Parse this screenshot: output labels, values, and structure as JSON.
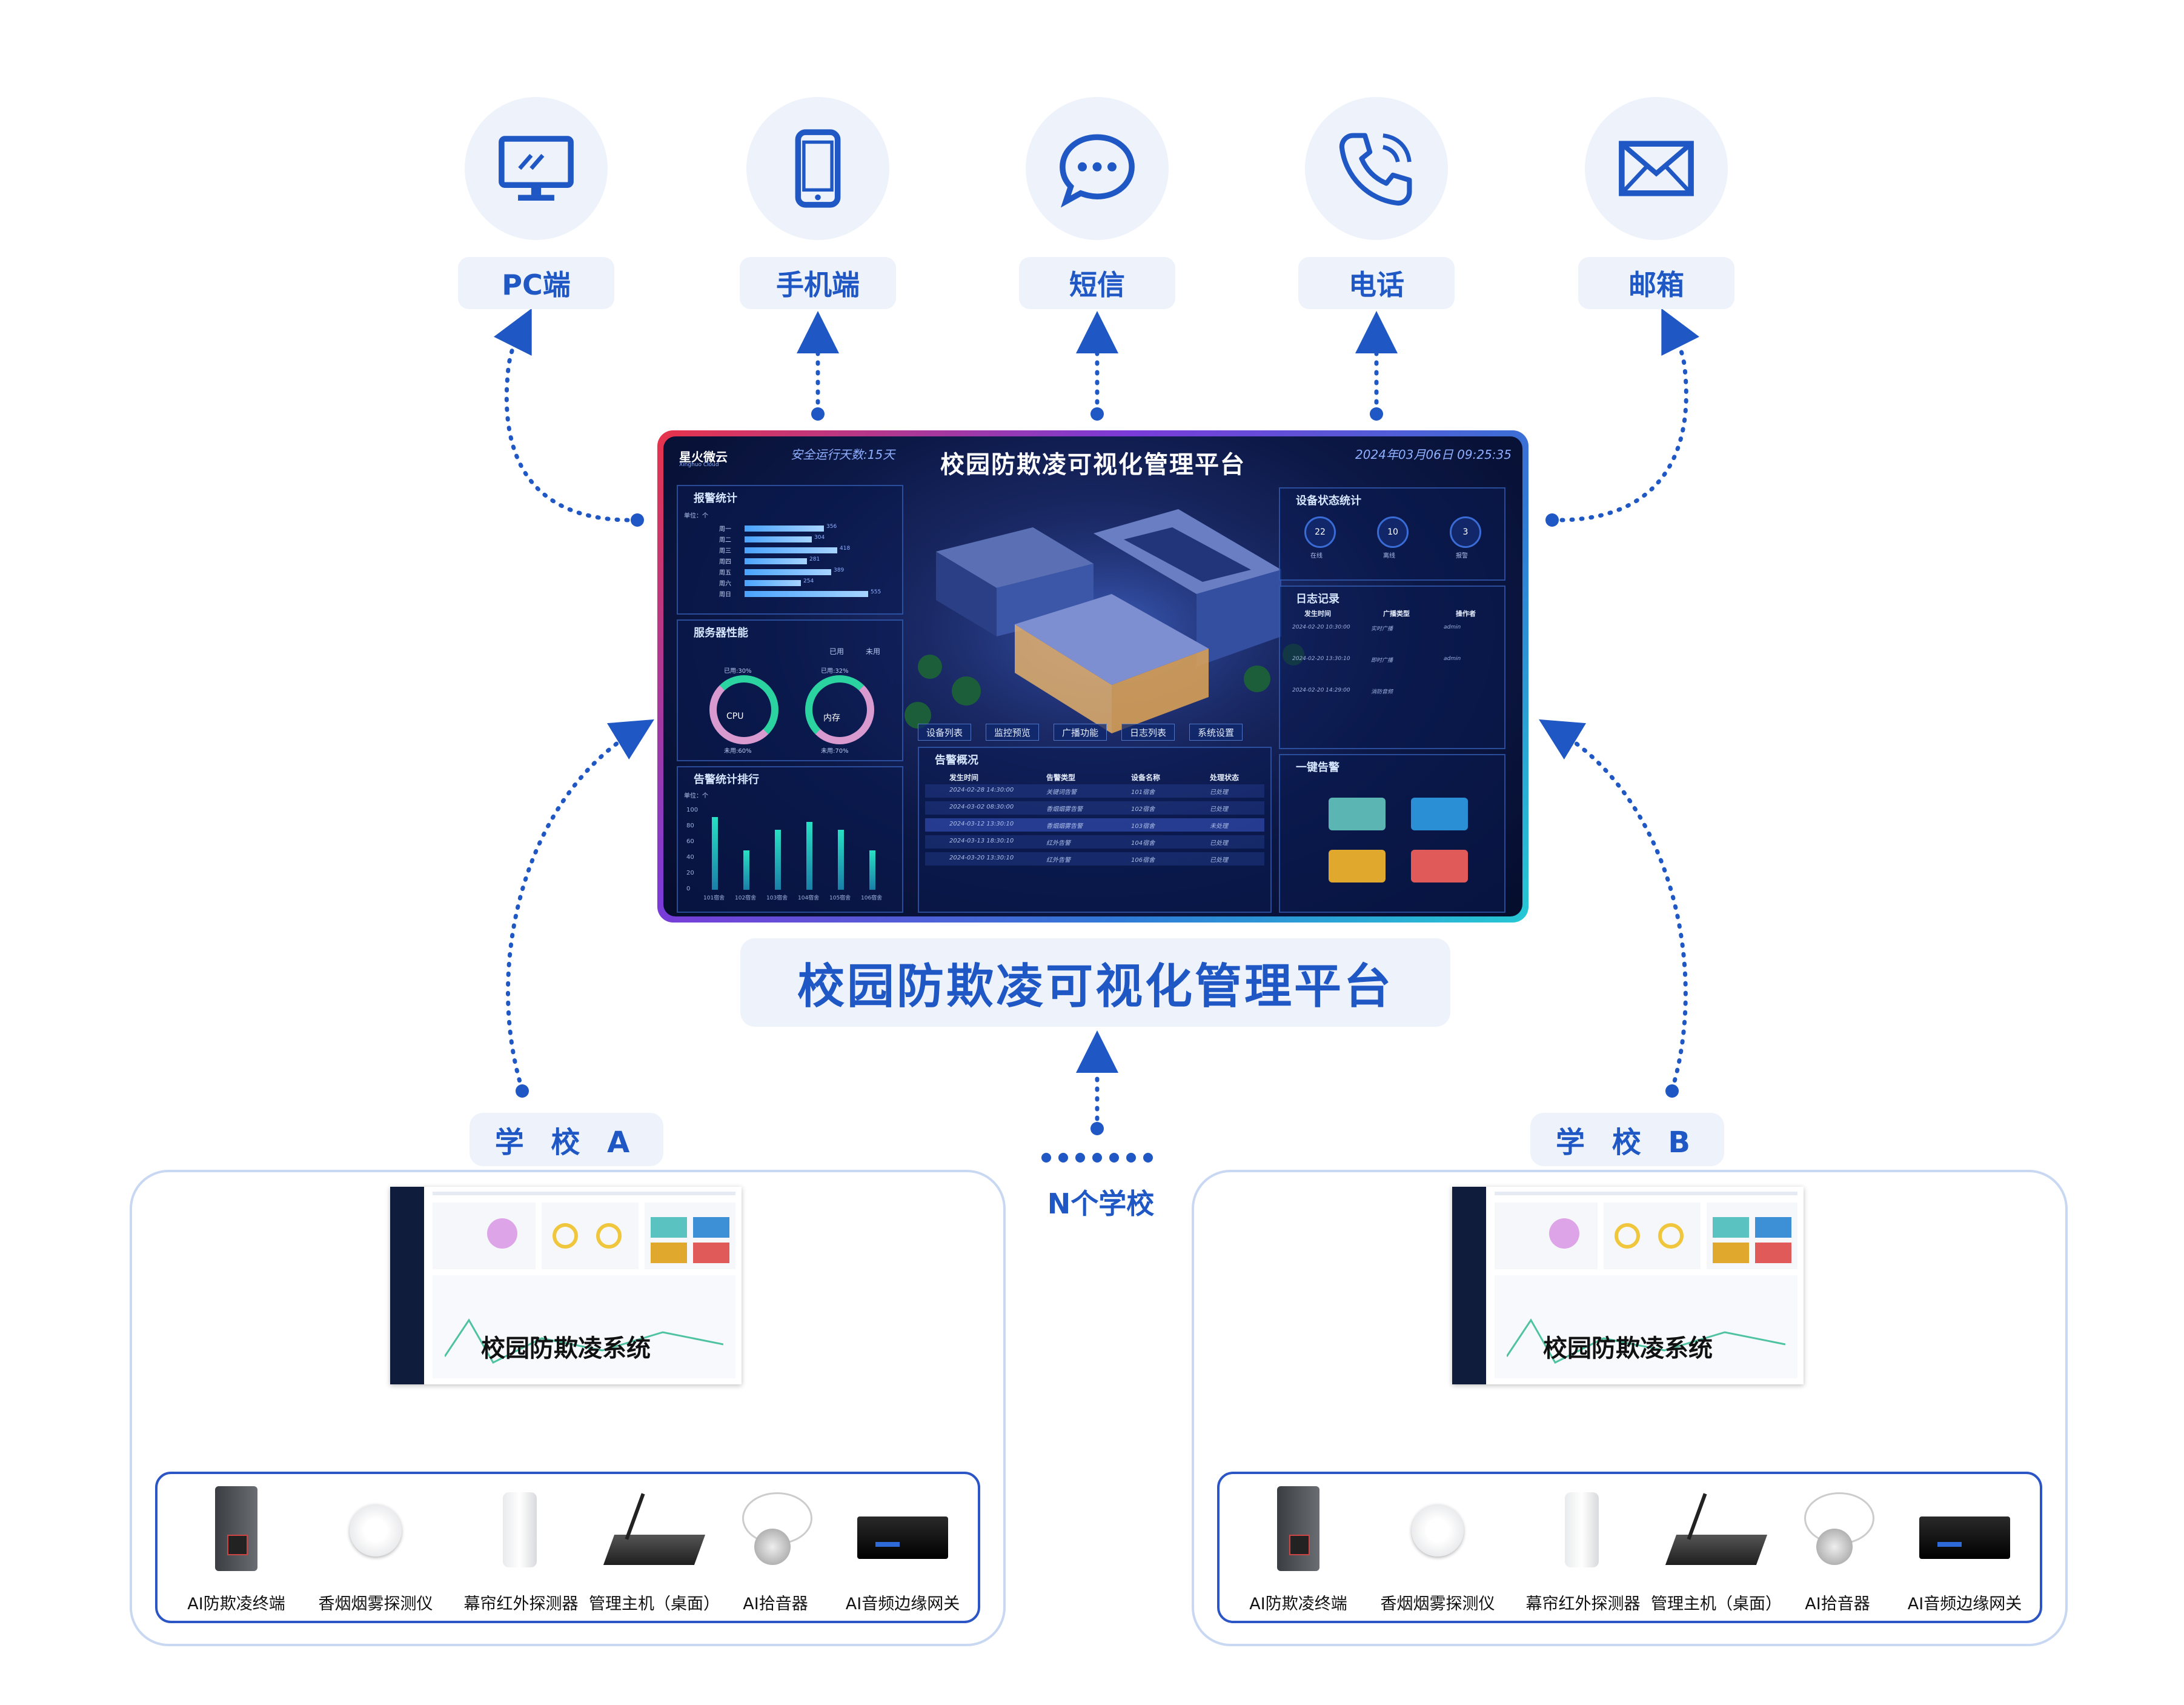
{
  "channels": [
    {
      "label": "PC端",
      "icon": "monitor-icon"
    },
    {
      "label": "手机端",
      "icon": "phone-icon"
    },
    {
      "label": "短信",
      "icon": "chat-bubble-icon"
    },
    {
      "label": "电话",
      "icon": "telephone-icon"
    },
    {
      "label": "邮箱",
      "icon": "mail-icon"
    }
  ],
  "platform": {
    "label": "校园防欺凌可视化管理平台",
    "dashboard": {
      "logo_text": "星火微云",
      "logo_sub": "Xinghuo Cloud",
      "run_days": "安全运行天数:15天",
      "title": "校园防欺凌可视化管理平台",
      "datetime": "2024年03月06日  09:25:35",
      "panels": {
        "alarm_stats": "报警统计",
        "unit": "单位：个",
        "server_status": "服务器性能",
        "alarm_rank": "告警统计排行",
        "device_status": "设备状态统计",
        "log": "日志记录",
        "alarm_overview": "告警概况",
        "one_key": "一键告警"
      },
      "weekdays": [
        "周一",
        "周二",
        "周三",
        "周四",
        "周五",
        "周六",
        "周日"
      ],
      "legend": [
        "已用",
        "未用"
      ],
      "cpu": {
        "label": "CPU",
        "used": "已用:30%",
        "free": "未用:60%"
      },
      "mem": {
        "label": "内存",
        "used": "已用:32%",
        "free": "未用:70%"
      },
      "device_counts": [
        {
          "value": "22",
          "label": "在线"
        },
        {
          "value": "10",
          "label": "离线"
        },
        {
          "value": "3",
          "label": "报警"
        }
      ],
      "tabs": [
        "设备列表",
        "监控预览",
        "广播功能",
        "日志列表",
        "系统设置"
      ],
      "log_headers": [
        "发生时间",
        "广播类型",
        "操作者"
      ],
      "log_rows": [
        [
          "2024-02-20 10:30:00",
          "实时广播",
          "admin"
        ],
        [
          "2024-02-20 13:30:10",
          "即时广播",
          "admin"
        ],
        [
          "2024-02-20 14:29:00",
          "消防音频",
          ""
        ]
      ],
      "alarm_headers": [
        "发生时间",
        "告警类型",
        "设备名称",
        "处理状态"
      ],
      "alarm_rows": [
        [
          "2024-02-28 14:30:00",
          "关键词告警",
          "101宿舍",
          "已处理"
        ],
        [
          "2024-03-02 08:30:00",
          "香烟烟雾告警",
          "102宿舍",
          "已处理"
        ],
        [
          "2024-03-12 13:30:10",
          "香烟烟雾告警",
          "103宿舍",
          "未处理"
        ],
        [
          "2024-03-13 18:30:10",
          "红外告警",
          "104宿舍",
          "已处理"
        ],
        [
          "2024-03-20 13:30:10",
          "红外告警",
          "106宿舍",
          "已处理"
        ]
      ],
      "rank_axis": [
        "100",
        "80",
        "60",
        "40",
        "20",
        "0"
      ],
      "rank_categories": [
        "101宿舍",
        "102宿舍",
        "103宿舍",
        "104宿舍",
        "105宿舍",
        "106宿舍"
      ],
      "rank_values": [
        92,
        50,
        76,
        86,
        76,
        50
      ],
      "week_values": [
        356,
        304,
        418,
        281,
        389,
        254,
        555
      ],
      "week_max": 600
    }
  },
  "schools": [
    {
      "label": "学 校 A",
      "system": "校园防欺凌系统"
    },
    {
      "label": "学 校 B",
      "system": "校园防欺凌系统"
    }
  ],
  "n_schools": "N个学校",
  "devices": [
    {
      "label": "AI防欺凌终端",
      "icon": "terminal-device-icon"
    },
    {
      "label": "香烟烟雾探测仪",
      "icon": "smoke-detector-icon"
    },
    {
      "label": "幕帘红外探测器",
      "icon": "infrared-detector-icon"
    },
    {
      "label": "管理主机（桌面）",
      "icon": "desktop-host-icon"
    },
    {
      "label": "AI拾音器",
      "icon": "microphone-icon"
    },
    {
      "label": "AI音频边缘网关",
      "icon": "gateway-icon"
    }
  ],
  "colors": {
    "primary": "#1f57c4",
    "light_bg": "#eef3fb",
    "border": "#c9d8f2"
  }
}
